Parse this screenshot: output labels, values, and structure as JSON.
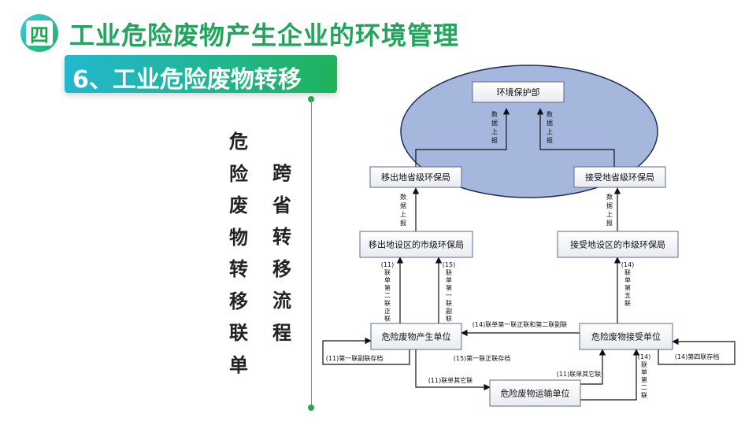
{
  "header": {
    "badge": "四",
    "title": "工业危险废物产生企业的环境管理",
    "subtitle": "6、工业危险废物转移"
  },
  "side_titles": {
    "column_1": [
      "危",
      "险",
      "废",
      "物",
      "转",
      "移",
      "联",
      "单"
    ],
    "column_2": [
      "跨",
      "省",
      "转",
      "移",
      "流",
      "程"
    ]
  },
  "diagram": {
    "nodes": {
      "env": "环境保护部",
      "out_prov": "移出地省级环保局",
      "in_prov": "接受地省级环保局",
      "out_city": "移出地设区的市级环保局",
      "in_city": "接受地设区的市级环保局",
      "producer": "危险废物产生单位",
      "receiver": "危险废物接受单位",
      "transport": "危险废物运输单位"
    },
    "labels": {
      "report_left": [
        "数",
        "据",
        "上",
        "报"
      ],
      "report_right": [
        "数",
        "据",
        "上",
        "报"
      ],
      "report_mid": [
        "数",
        "据",
        "上",
        "报"
      ],
      "l11_up": [
        "(11)",
        "联",
        "单",
        "第",
        "二",
        "联",
        "正",
        "联"
      ],
      "l15_up": [
        "(15)",
        "联",
        "单",
        "第",
        "一",
        "联",
        "副",
        "联"
      ],
      "l14_up": [
        "(14)",
        "联",
        "单",
        "第",
        "五",
        "联"
      ],
      "h14": "(14)联单第一联正联和第二联副联",
      "l11_keep": "(11)第一联副联存档",
      "l15_keep": "(15)第一联正联存档",
      "l11_other": "(11)联单其它联",
      "l11_other2": "(11)联单其它联",
      "l14_down": [
        "(14)",
        "联",
        "单",
        "第",
        "二",
        "联"
      ],
      "l14_keep": "(14)第四联存档"
    }
  }
}
